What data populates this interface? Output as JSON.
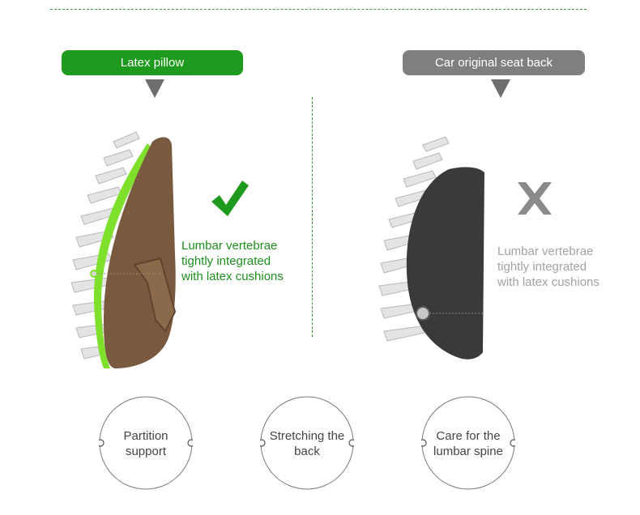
{
  "left_panel": {
    "title": "Latex pillow",
    "caption": [
      "Lumbar vertebrae",
      "tightly integrated",
      "with latex cushions"
    ]
  },
  "right_panel": {
    "title": "Car original seat back",
    "caption": [
      "Lumbar vertebrae",
      "tightly integrated",
      "with latex cushions"
    ]
  },
  "features": [
    {
      "line1": "Partition",
      "line2": "support"
    },
    {
      "line1": "Stretching the",
      "line2": "back"
    },
    {
      "line1": "Care for the",
      "line2": "lumbar spine"
    }
  ],
  "icons": {
    "left_mark": "check-icon",
    "right_mark": "x-icon"
  },
  "colors": {
    "green": "#1e9a1e",
    "gray": "#7f7f7f",
    "latex_green": "#7ee02a",
    "pillow_brown": "#7a5a3e",
    "seat_dark": "#3a3a3a"
  }
}
